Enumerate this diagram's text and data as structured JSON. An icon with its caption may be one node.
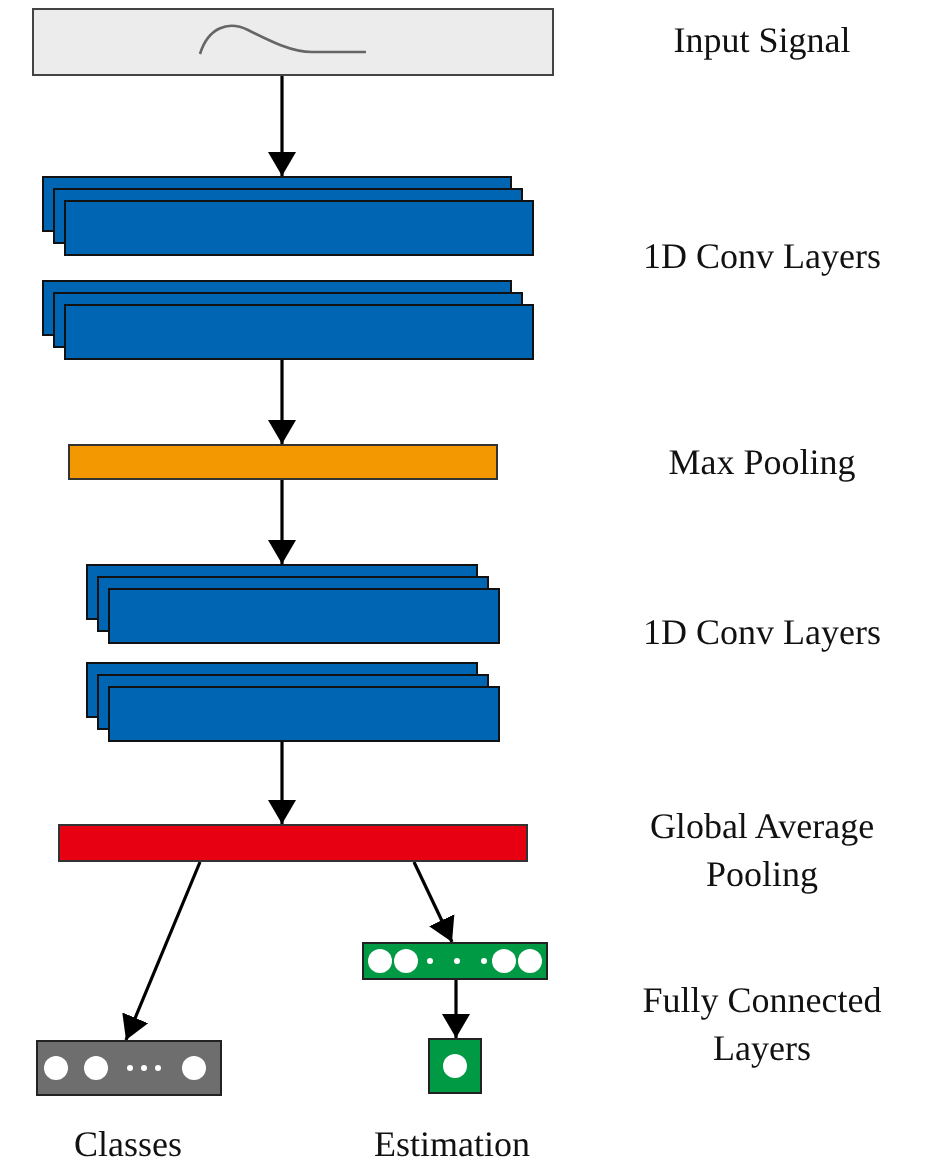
{
  "diagram": {
    "nodes": [
      {
        "text": [],
        "shape": "box"
      },
      {
        "text": [],
        "shape": "stack"
      },
      {
        "text": [],
        "shape": "stack"
      },
      {
        "text": [],
        "shape": "bar"
      },
      {
        "text": [],
        "shape": "stack"
      },
      {
        "text": [],
        "shape": "stack"
      },
      {
        "text": [],
        "shape": "bar"
      },
      {
        "text": [],
        "shape": "box",
        "beside": [
          "Classes"
        ]
      },
      {
        "text": [],
        "shape": "box"
      },
      {
        "text": [],
        "shape": "box",
        "beside": [
          "Estimation"
        ]
      }
    ],
    "edges": [
      {
        "from": 0,
        "to": 1,
        "arrow": "to"
      },
      {
        "from": 2,
        "to": 3,
        "arrow": "to"
      },
      {
        "from": 3,
        "to": 4,
        "arrow": "to"
      },
      {
        "from": 5,
        "to": 6,
        "arrow": "to"
      },
      {
        "from": 6,
        "to": 7,
        "arrow": "to"
      },
      {
        "from": 6,
        "to": 8,
        "arrow": "to"
      },
      {
        "from": 8,
        "to": 9,
        "arrow": "to"
      }
    ],
    "labels": [
      "Input Signal",
      "1D Conv Layers",
      "Max Pooling",
      "1D Conv Layers",
      "Global Average Pooling",
      "Fully Connected Layers"
    ]
  }
}
